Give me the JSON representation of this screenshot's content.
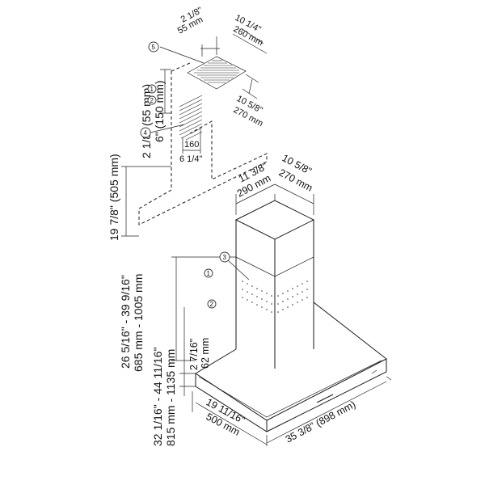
{
  "bracket": {
    "top_width_in": "2 1/8\"",
    "top_width_mm": "55 mm",
    "depth_in": "10 1/4\"",
    "depth_mm": "260 mm",
    "side_in": "10 5/8\"",
    "side_mm": "270 mm",
    "vert_dim1": "2 1/8\" (55 mm)",
    "vert_dim2": "6\" (150 mm)",
    "vent_w_mm": "160",
    "vent_w_in": "6 1/4\"",
    "mount_height": "19 7/8\" (505 mm)"
  },
  "chimney": {
    "width_in": "11 3/8\"",
    "width_mm": "290 mm",
    "depth_in": "10 5/8\"",
    "depth_mm": "270 mm",
    "range1_in": "26 5/16\" - 39 9/16\"",
    "range1_mm": "685 mm - 1005 mm",
    "range2_in": "32 1/16\" - 44 11/16\"",
    "range2_mm": "815 mm - 1135 mm",
    "canopy_h_in": "2 7/16\"",
    "canopy_h_mm": "62 mm"
  },
  "canopy": {
    "depth_in": "19 11/16\"",
    "depth_mm": "500 mm",
    "width": "35 3/8\" (898 mm)"
  },
  "callouts": {
    "c1": "1",
    "c2": "2",
    "c3": "3",
    "c4": "4",
    "c5": "5"
  }
}
